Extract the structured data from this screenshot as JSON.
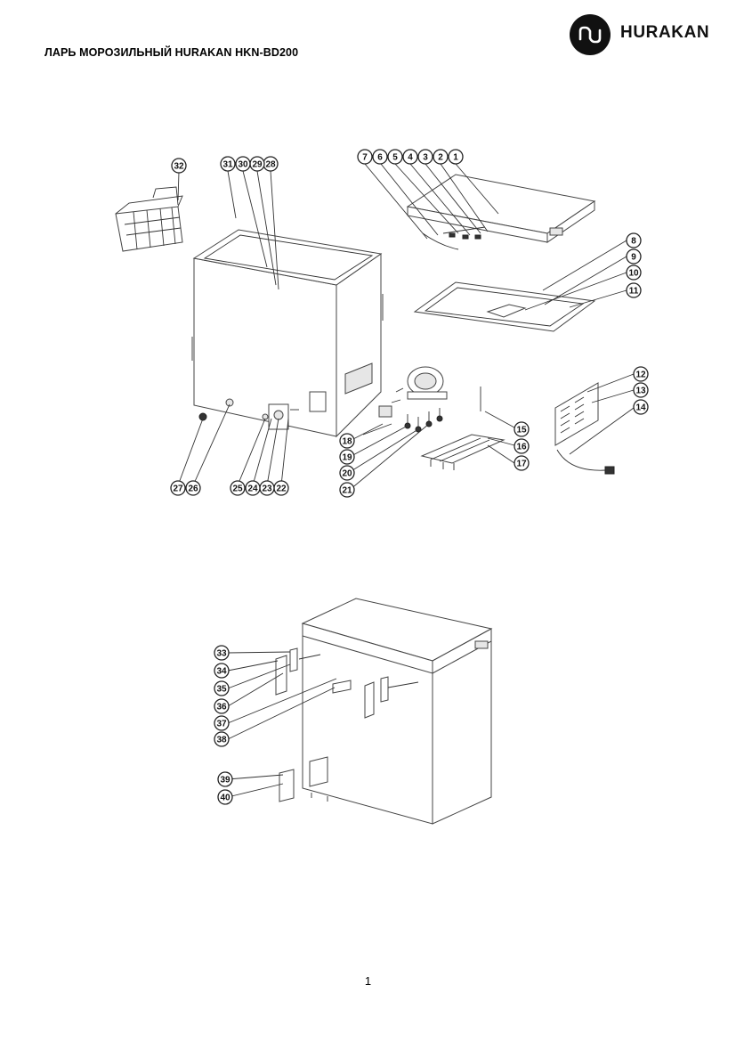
{
  "header": {
    "title": "ЛАРЬ МОРОЗИЛЬНЫЙ HURAKAN HKN-BD200",
    "brand": "HURAKAN"
  },
  "page_number": "1",
  "diagram1_callouts": [
    "1",
    "2",
    "3",
    "4",
    "5",
    "6",
    "7",
    "8",
    "9",
    "10",
    "11",
    "12",
    "13",
    "14",
    "15",
    "16",
    "17",
    "18",
    "19",
    "20",
    "21",
    "22",
    "23",
    "24",
    "25",
    "26",
    "27",
    "28",
    "29",
    "30",
    "31",
    "32"
  ],
  "diagram2_callouts": [
    "33",
    "34",
    "35",
    "36",
    "37",
    "38",
    "39",
    "40"
  ]
}
